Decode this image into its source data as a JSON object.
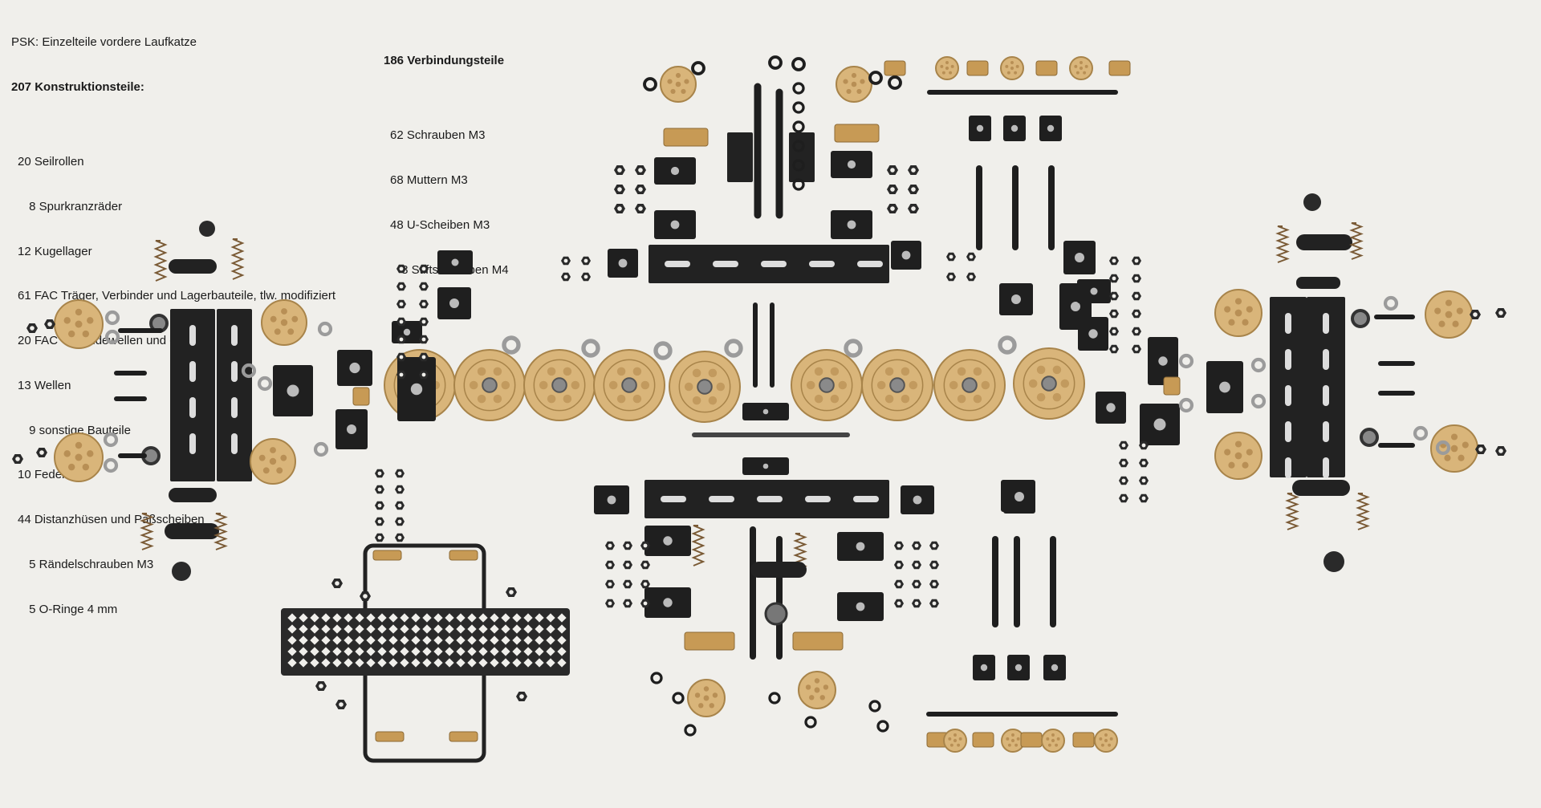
{
  "caption": {
    "title": "PSK: Einzelteile vordere Laufkatze",
    "construction_heading": "207 Konstruktionsteile:",
    "construction_items": [
      "20 Seilrollen",
      " 8 Spurkranzräder",
      "12 Kugellager",
      "61 FAC Träger, Verbinder und Lagerbauteile, tlw. modifiziert",
      "20 FAC Gewindewellen und -hülsen",
      "13 Wellen",
      " 9 sonstige Bauteile",
      "10 Federn",
      "44 Distanzhüsen und Paßscheiben",
      " 5 Rändelschrauben M3",
      " 5 O-Ringe 4 mm"
    ],
    "connection_heading": "186 Verbindungsteile",
    "connection_items": [
      "62 Schrauben M3",
      "68 Muttern M3",
      "48 U-Scheiben M3",
      " 8 Stiftschrauben M4"
    ]
  },
  "colors": {
    "background": "#f0efeb",
    "brass": "#d9b57a",
    "brass_dark": "#a8844a",
    "steel_black": "#1e1e1e",
    "steel_grey": "#8a8a8a"
  }
}
